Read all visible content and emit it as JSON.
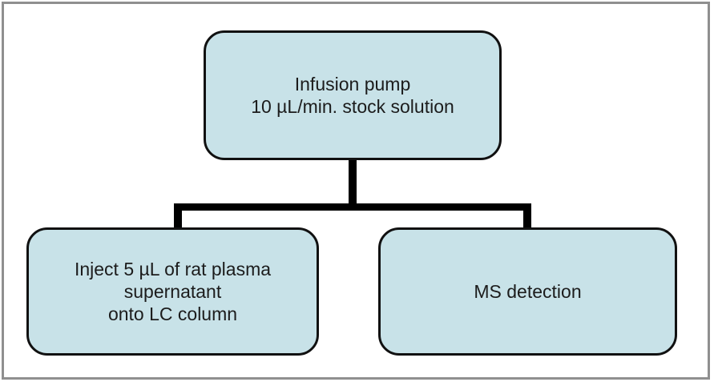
{
  "flowchart": {
    "nodes": {
      "top": {
        "lines": [
          "Infusion pump",
          "10 µL/min. stock solution"
        ]
      },
      "bottom_left": {
        "lines": [
          "Inject 5 µL of rat plasma",
          "supernatant",
          "onto LC column"
        ]
      },
      "bottom_right": {
        "lines": [
          "MS detection"
        ]
      }
    },
    "edges": [
      {
        "from": "top",
        "to": "bottom_left"
      },
      {
        "from": "top",
        "to": "bottom_right"
      }
    ],
    "colors": {
      "node_fill": "#c8e2e8",
      "node_border": "#111111",
      "connector": "#000000",
      "frame_border": "#8f8f8f",
      "text": "#1c1c1c"
    }
  }
}
